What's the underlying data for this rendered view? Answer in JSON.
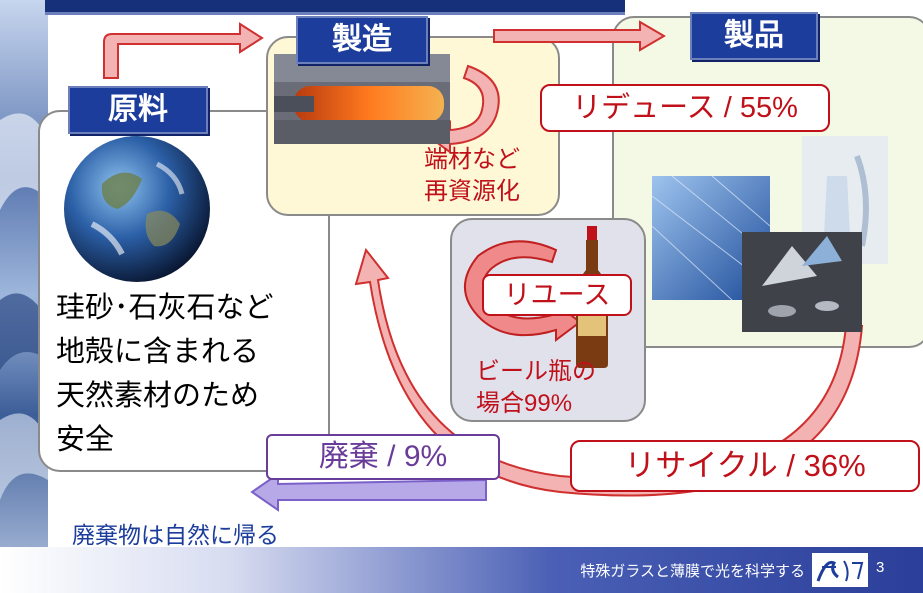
{
  "stages": {
    "raw": "原料",
    "manufacture": "製造",
    "product": "製品"
  },
  "raw_text": [
    "珪砂･石灰石など",
    "地殻に含まれる",
    "天然素材のため",
    "安全"
  ],
  "offcuts": [
    "端材など",
    "再資源化"
  ],
  "reduce_label": "リデュース / 55%",
  "reuse_label": "リユース",
  "beer": [
    "ビール瓶の",
    "場合99%"
  ],
  "recycle_label": "リサイクル / 36%",
  "disposal_label": "廃棄 / 9%",
  "nature_text": "廃棄物は自然に帰る",
  "footer": {
    "tagline": "特殊ガラスと薄膜で光を科学する",
    "page_number": "3"
  },
  "colors": {
    "header_blue": "#1c3d9c",
    "red": "#c0101a",
    "purple": "#6a3c9a",
    "arrow_fill": "#f4b3b3"
  }
}
